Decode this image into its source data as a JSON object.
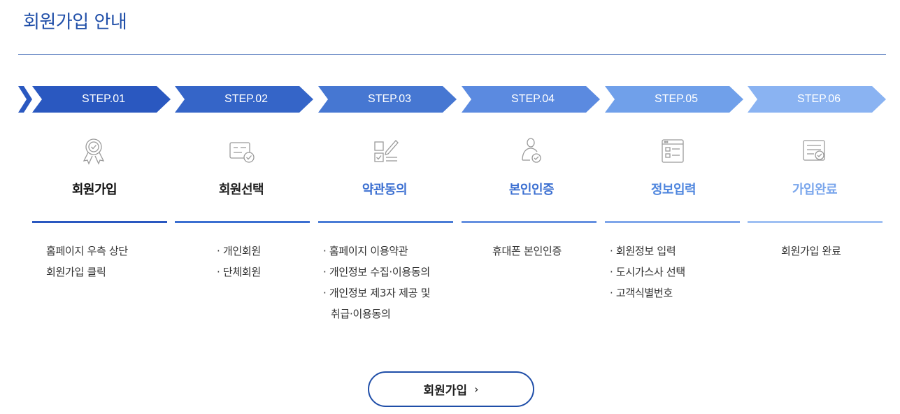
{
  "title": "회원가입 안내",
  "colors": {
    "accent": "#1f4ea8",
    "step_fills": [
      "#2a58c0",
      "#3565c8",
      "#4677d2",
      "#5b8ae0",
      "#70a0ea",
      "#8ab3f2"
    ],
    "name_colors": [
      "#111111",
      "#222222",
      "#3b6fd1",
      "#3b6fd1",
      "#4f86de",
      "#7aa6ec"
    ],
    "bar_colors": [
      "#2a58c0",
      "#3b6fd1",
      "#4a7cd6",
      "#6590e0",
      "#7fa6ea",
      "#9fc0f3"
    ],
    "icon_color": "#9a9a9a"
  },
  "steps": [
    {
      "label": "STEP.01",
      "icon": "award-ribbon-icon",
      "name": "회원가입",
      "desc": [
        "홈페이지 우측 상단",
        "회원가입 클릭"
      ]
    },
    {
      "label": "STEP.02",
      "icon": "member-card-check-icon",
      "name": "회원선택",
      "desc": [
        "· 개인회원",
        "· 단체회원"
      ]
    },
    {
      "label": "STEP.03",
      "icon": "document-sign-icon",
      "name": "약관동의",
      "desc": [
        "· 홈페이지 이용약관",
        "· 개인정보 수집·이용동의",
        "· 개인정보 제3자 제공 및",
        "취급·이용동의"
      ]
    },
    {
      "label": "STEP.04",
      "icon": "user-verify-icon",
      "name": "본인인증",
      "desc": [
        "휴대폰 본인인증"
      ]
    },
    {
      "label": "STEP.05",
      "icon": "form-window-icon",
      "name": "정보입력",
      "desc": [
        "· 회원정보 입력",
        "· 도시가스사 선택",
        "· 고객식별번호"
      ]
    },
    {
      "label": "STEP.06",
      "icon": "document-check-icon",
      "name": "가입완료",
      "desc": [
        "회원가입 완료"
      ]
    }
  ],
  "join_button": {
    "label": "회원가입",
    "chevron": "›",
    "icon": "chevron-right-icon"
  }
}
